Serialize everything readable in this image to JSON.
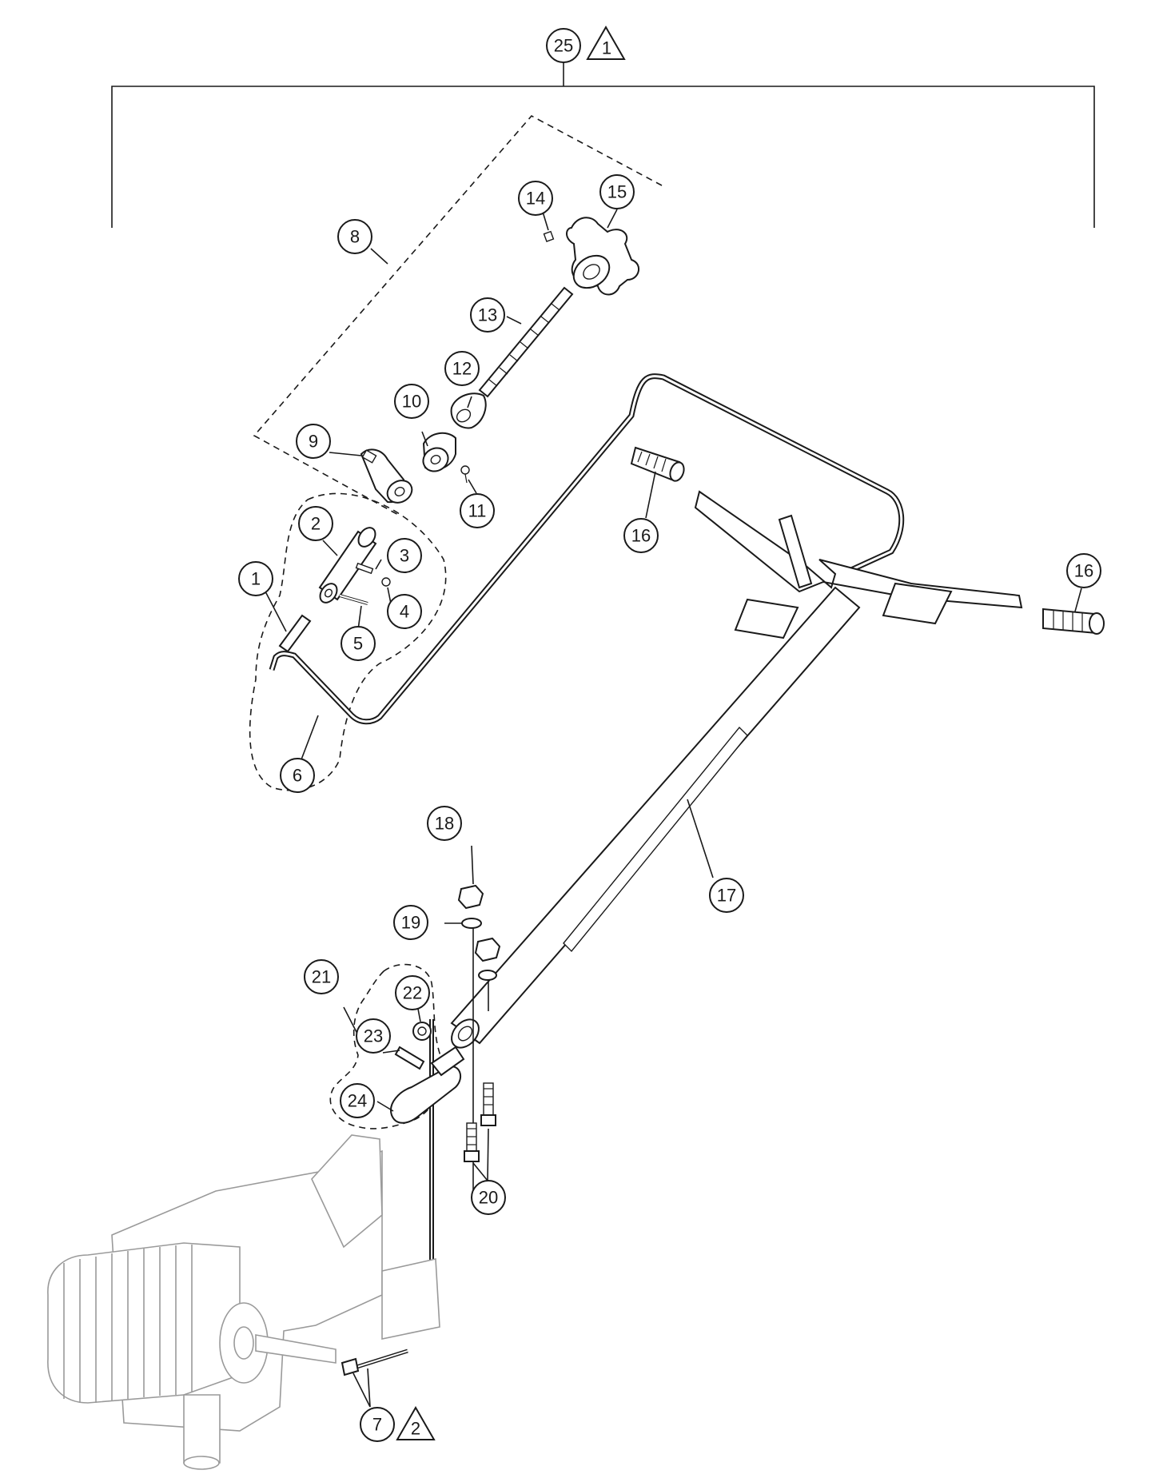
{
  "callouts": [
    {
      "id": "c1",
      "label": "1"
    },
    {
      "id": "c2",
      "label": "2"
    },
    {
      "id": "c3",
      "label": "3"
    },
    {
      "id": "c4",
      "label": "4"
    },
    {
      "id": "c5",
      "label": "5"
    },
    {
      "id": "c6",
      "label": "6"
    },
    {
      "id": "c7",
      "label": "7"
    },
    {
      "id": "c8",
      "label": "8"
    },
    {
      "id": "c9",
      "label": "9"
    },
    {
      "id": "c10",
      "label": "10"
    },
    {
      "id": "c11",
      "label": "11"
    },
    {
      "id": "c12",
      "label": "12"
    },
    {
      "id": "c13",
      "label": "13"
    },
    {
      "id": "c14",
      "label": "14"
    },
    {
      "id": "c15",
      "label": "15"
    },
    {
      "id": "c16a",
      "label": "16"
    },
    {
      "id": "c16b",
      "label": "16"
    },
    {
      "id": "c17",
      "label": "17"
    },
    {
      "id": "c18",
      "label": "18"
    },
    {
      "id": "c19",
      "label": "19"
    },
    {
      "id": "c20",
      "label": "20"
    },
    {
      "id": "c21",
      "label": "21"
    },
    {
      "id": "c22",
      "label": "22"
    },
    {
      "id": "c23",
      "label": "23"
    },
    {
      "id": "c24",
      "label": "24"
    },
    {
      "id": "c25",
      "label": "25"
    }
  ],
  "notes": [
    {
      "id": "n1",
      "label": "1"
    },
    {
      "id": "n2",
      "label": "2"
    }
  ],
  "colors": {
    "line": "#1a1a1a",
    "ghost": "#9a9a9a",
    "background": "#ffffff"
  }
}
